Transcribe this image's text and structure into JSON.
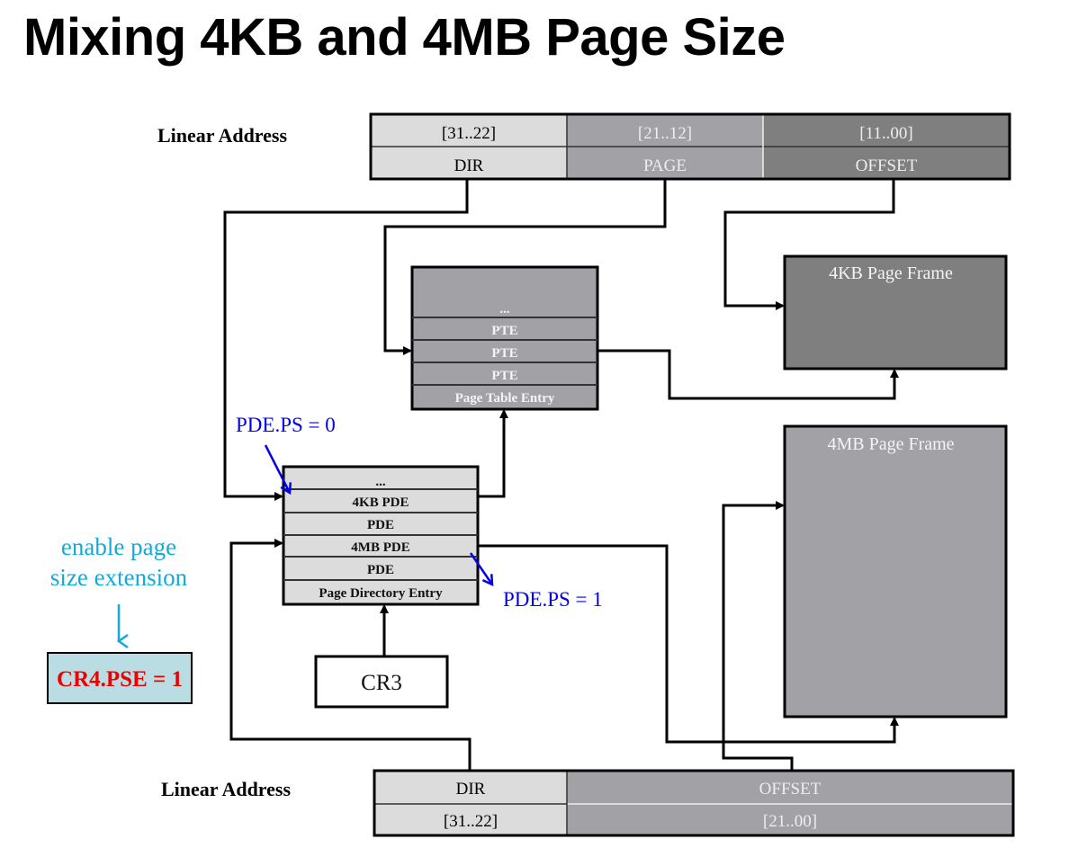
{
  "title": "Mixing 4KB and 4MB Page Size",
  "top_address": {
    "label": "Linear Address",
    "fields": [
      {
        "bits": "[31..22]",
        "name": "DIR"
      },
      {
        "bits": "[21..12]",
        "name": "PAGE"
      },
      {
        "bits": "[11..00]",
        "name": "OFFSET"
      }
    ]
  },
  "bottom_address": {
    "label": "Linear Address",
    "fields": [
      {
        "name": "DIR",
        "bits": "[31..22]"
      },
      {
        "name": "OFFSET",
        "bits": "[21..00]"
      }
    ]
  },
  "page_table": {
    "entries": [
      "...",
      "PTE",
      "PTE",
      "PTE",
      "Page Table Entry"
    ]
  },
  "page_directory": {
    "entries": [
      "...",
      "4KB PDE",
      "PDE",
      "4MB PDE",
      "PDE",
      "Page Directory Entry"
    ]
  },
  "frames": {
    "small": "4KB Page Frame",
    "large": "4MB Page Frame"
  },
  "cr3": "CR3",
  "annotations": {
    "ps0": "PDE.PS = 0",
    "ps1": "PDE.PS = 1",
    "pse_line1": "enable page",
    "pse_line2": "size extension",
    "cr4": "CR4.PSE = 1"
  },
  "colors": {
    "light_cell": "#dcdcdc",
    "mid_cell": "#a2a1a6",
    "dark_cell": "#7f7f7f",
    "annotation_blue": "#0000ee",
    "annotation_cyan": "#11aadd",
    "cr4_text": "#ee0000",
    "cr4_bg": "#b9dde2"
  }
}
